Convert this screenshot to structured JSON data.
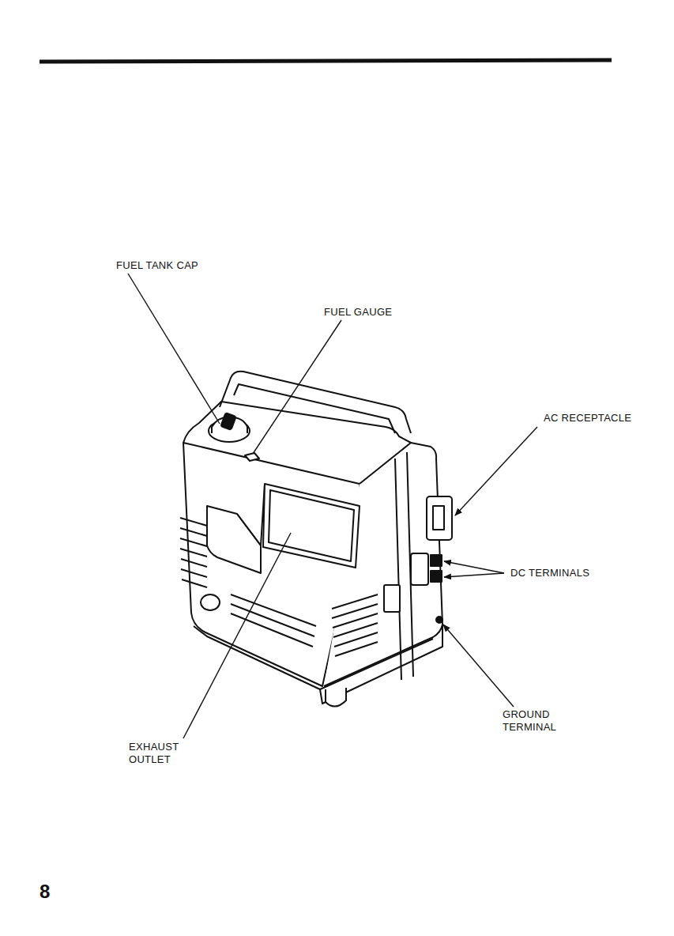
{
  "diagram": {
    "labels": [
      "FUEL TANK CAP",
      "FUEL GAUGE",
      "AC RECEPTACLE",
      "DC TERMINALS",
      "GROUND TERMINAL",
      "EXHAUST OUTLET",
      "8"
    ]
  }
}
